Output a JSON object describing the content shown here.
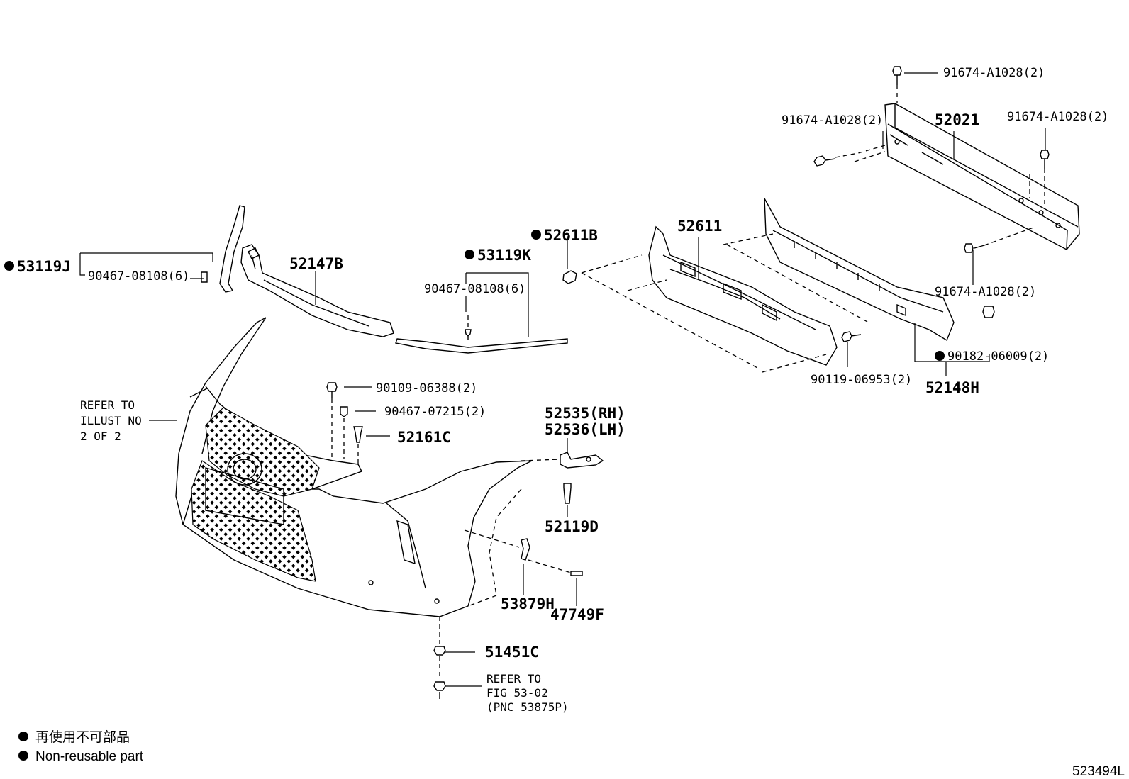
{
  "labels": {
    "p91674_top": "91674-A1028(2)",
    "p91674_left": "91674-A1028(2)",
    "p91674_right": "91674-A1028(2)",
    "p91674_bottom": "91674-A1028(2)",
    "p52021": "52021",
    "p52611": "52611",
    "p52611B": "52611B",
    "p53119K": "53119K",
    "p90467_k": "90467-08108(6)",
    "p52147B": "52147B",
    "p53119J": "53119J",
    "p90467_j": "90467-08108(6)",
    "p90182": "90182-06009(2)",
    "p90119": "90119-06953(2)",
    "p52148H": "52148H",
    "p90109": "90109-06388(2)",
    "p90467_07215": "90467-07215(2)",
    "p52161C": "52161C",
    "p52535": "52535(RH)",
    "p52536": "52536(LH)",
    "p52119D": "52119D",
    "p53879H": "53879H",
    "p47749F": "47749F",
    "p51451C": "51451C"
  },
  "notes": {
    "refer_illust": [
      "REFER TO",
      "ILLUST NO",
      "2 OF 2"
    ],
    "refer_fig": [
      "REFER TO",
      "FIG 53-02",
      "(PNC 53875P)"
    ]
  },
  "legend": {
    "japanese": "再使用不可部品",
    "english": "Non-reusable part"
  },
  "figure_id": "523494L"
}
